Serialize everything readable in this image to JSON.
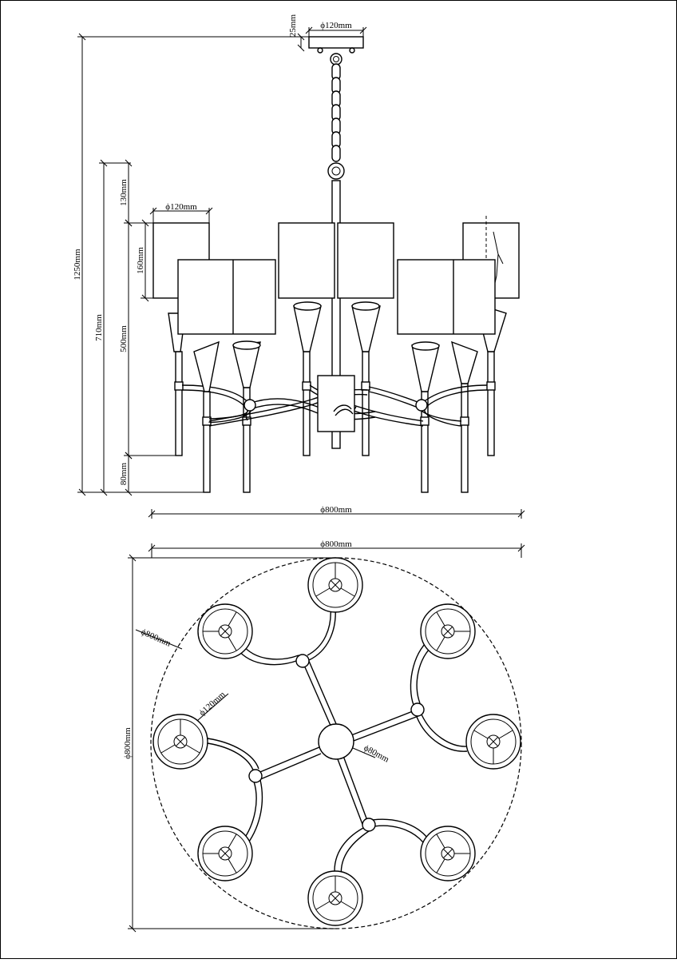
{
  "drawing": {
    "side_view": {
      "canopy_diameter": "ϕ120mm",
      "canopy_height": "25mm",
      "shade_diameter": "ϕ120mm",
      "overall_height": "1250mm",
      "fixture_height": "710mm",
      "top_rod_height": "130mm",
      "shade_height": "160mm",
      "body_height": "500mm",
      "bottom_extension": "80mm",
      "total_width": "ϕ800mm"
    },
    "top_view": {
      "total_width": "ϕ800mm",
      "outline_diameter_diag": "ϕ800mm",
      "outline_diameter_vertical": "ϕ800mm",
      "shade_diameter": "ϕ120mm",
      "hub_diameter": "ϕ80mm"
    }
  }
}
